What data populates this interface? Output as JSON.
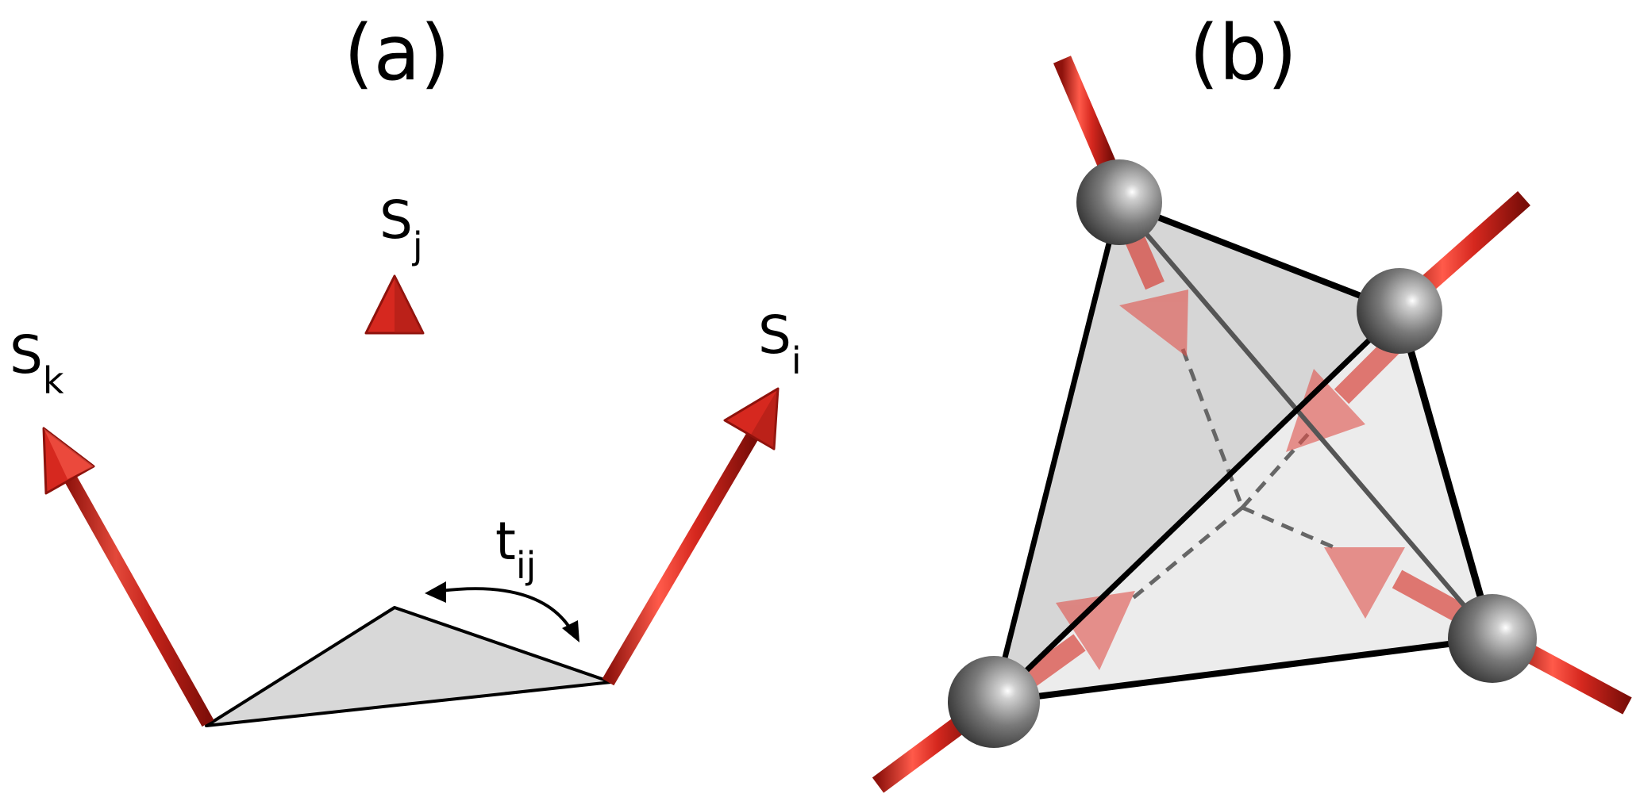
{
  "panels": {
    "a": {
      "label": "(a)",
      "spins": {
        "k": {
          "base": "S",
          "sub": "k"
        },
        "j": {
          "base": "S",
          "sub": "j"
        },
        "i": {
          "base": "S",
          "sub": "i"
        }
      },
      "angle_label": {
        "base": "t",
        "sub": "ij"
      }
    },
    "b": {
      "label": "(b)"
    }
  },
  "colors": {
    "arrow": "#d6281f",
    "arrow_dark": "#8e120c",
    "face": "#d8d8d8",
    "face_light": "#ececec",
    "sphere": "#7a7a7a",
    "edge": "#000000",
    "dashed": "#666666"
  }
}
